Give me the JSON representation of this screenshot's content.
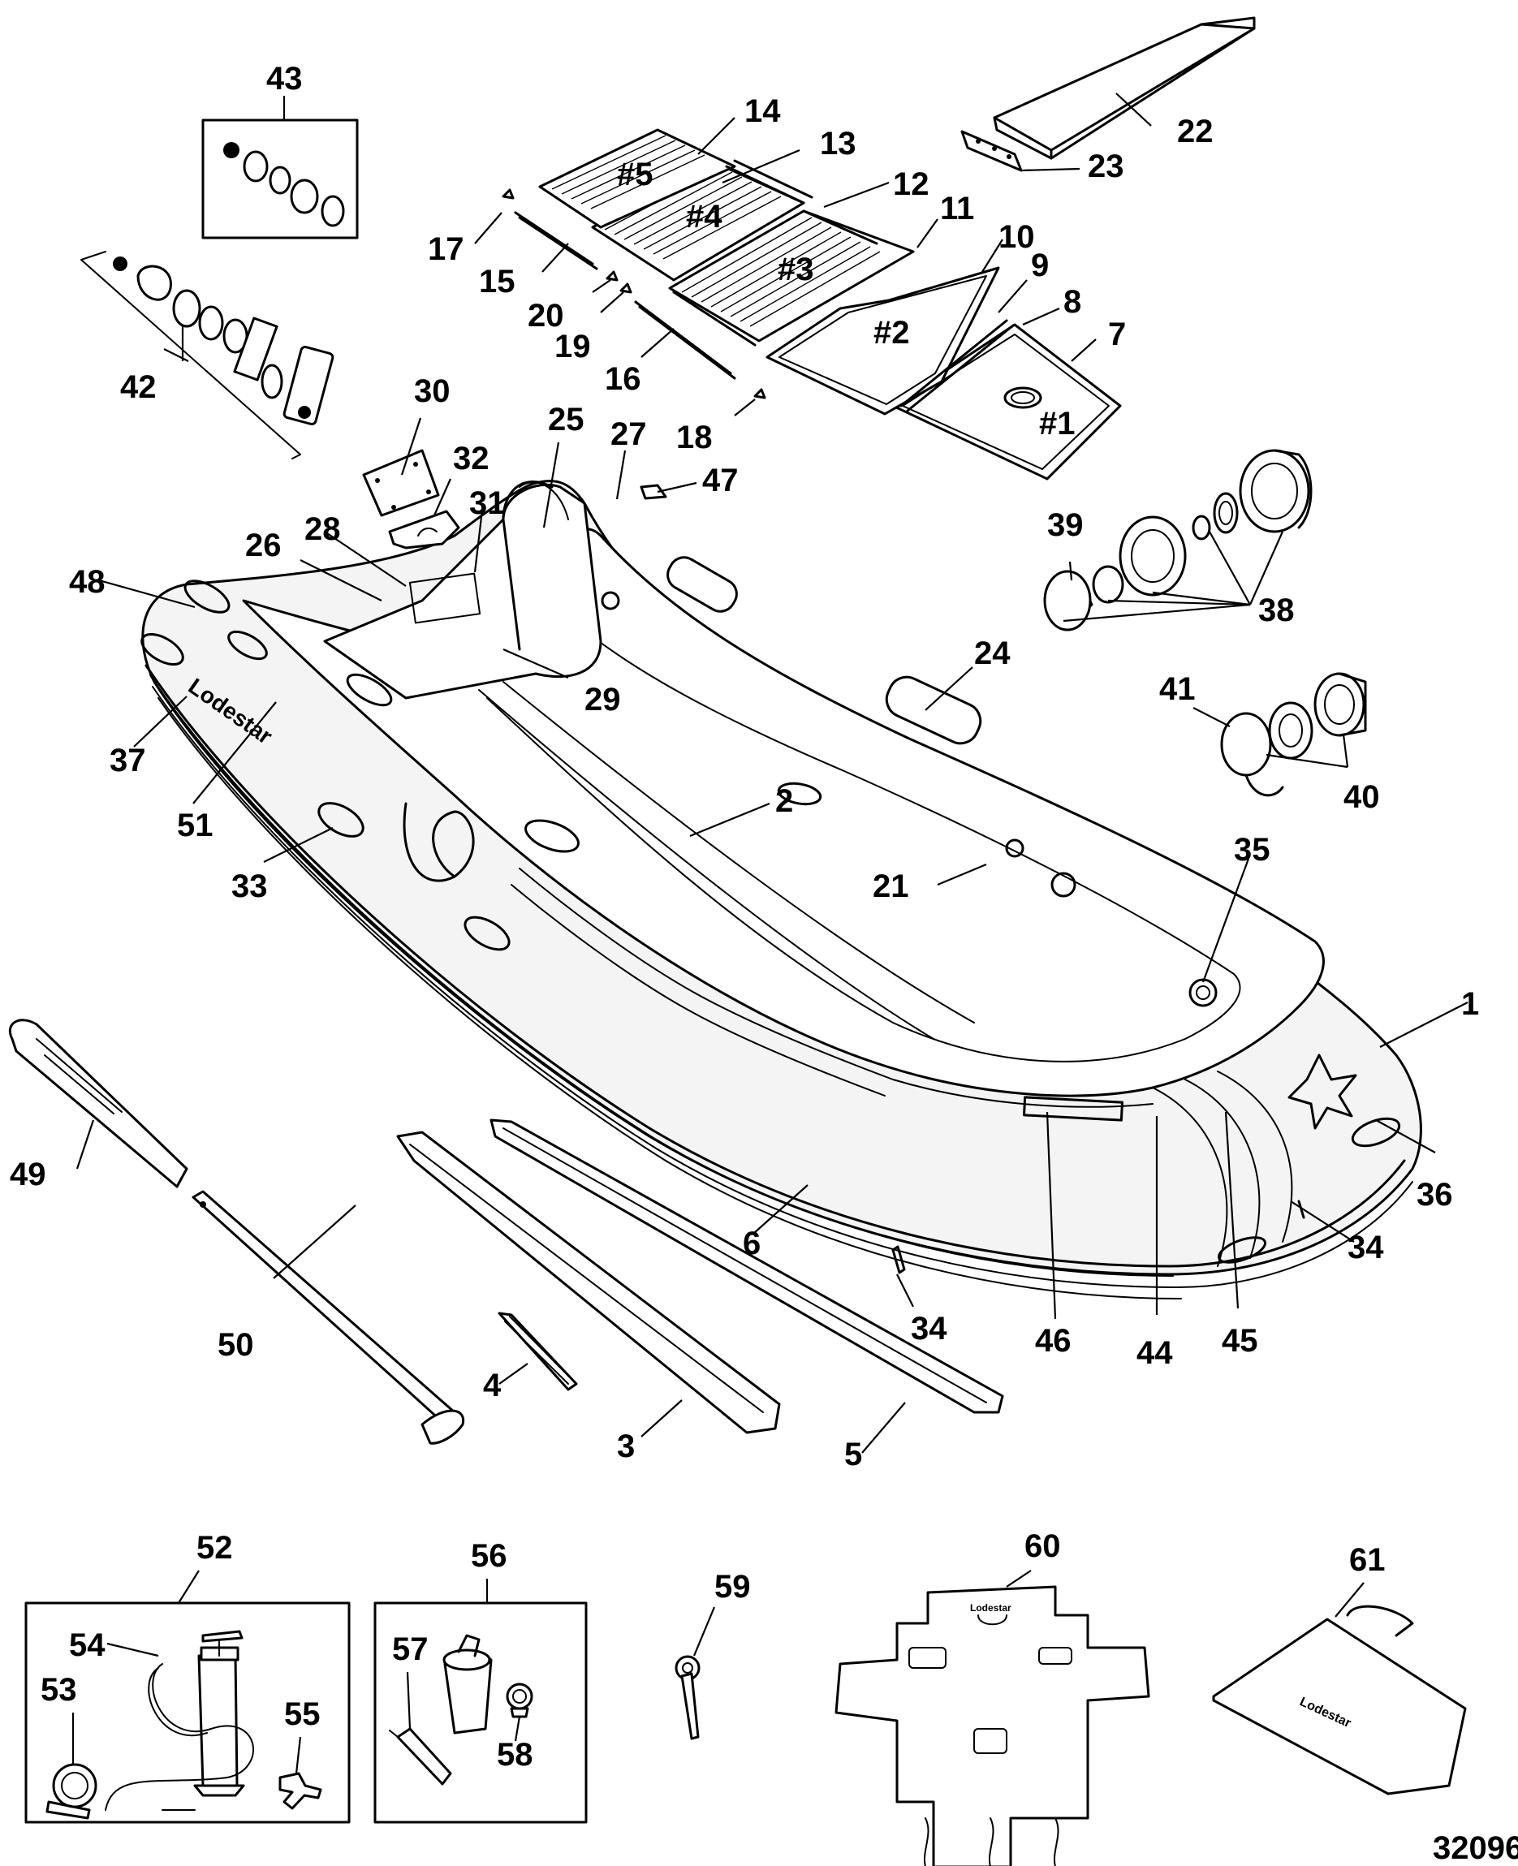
{
  "figure_id": "32096",
  "brand_mark": "Lodestar",
  "callouts": [
    "1",
    "2",
    "3",
    "4",
    "5",
    "6",
    "7",
    "8",
    "9",
    "10",
    "11",
    "12",
    "13",
    "14",
    "15",
    "16",
    "17",
    "18",
    "19",
    "20",
    "21",
    "22",
    "23",
    "24",
    "25",
    "26",
    "27",
    "28",
    "29",
    "30",
    "31",
    "32",
    "33",
    "34",
    "35",
    "36",
    "37",
    "38",
    "39",
    "40",
    "41",
    "42",
    "43",
    "44",
    "45",
    "46",
    "47",
    "48",
    "49",
    "50",
    "51",
    "52",
    "53",
    "54",
    "55",
    "56",
    "57",
    "58",
    "59",
    "60",
    "61"
  ],
  "floor_panels": [
    "#1",
    "#2",
    "#3",
    "#4",
    "#5"
  ]
}
